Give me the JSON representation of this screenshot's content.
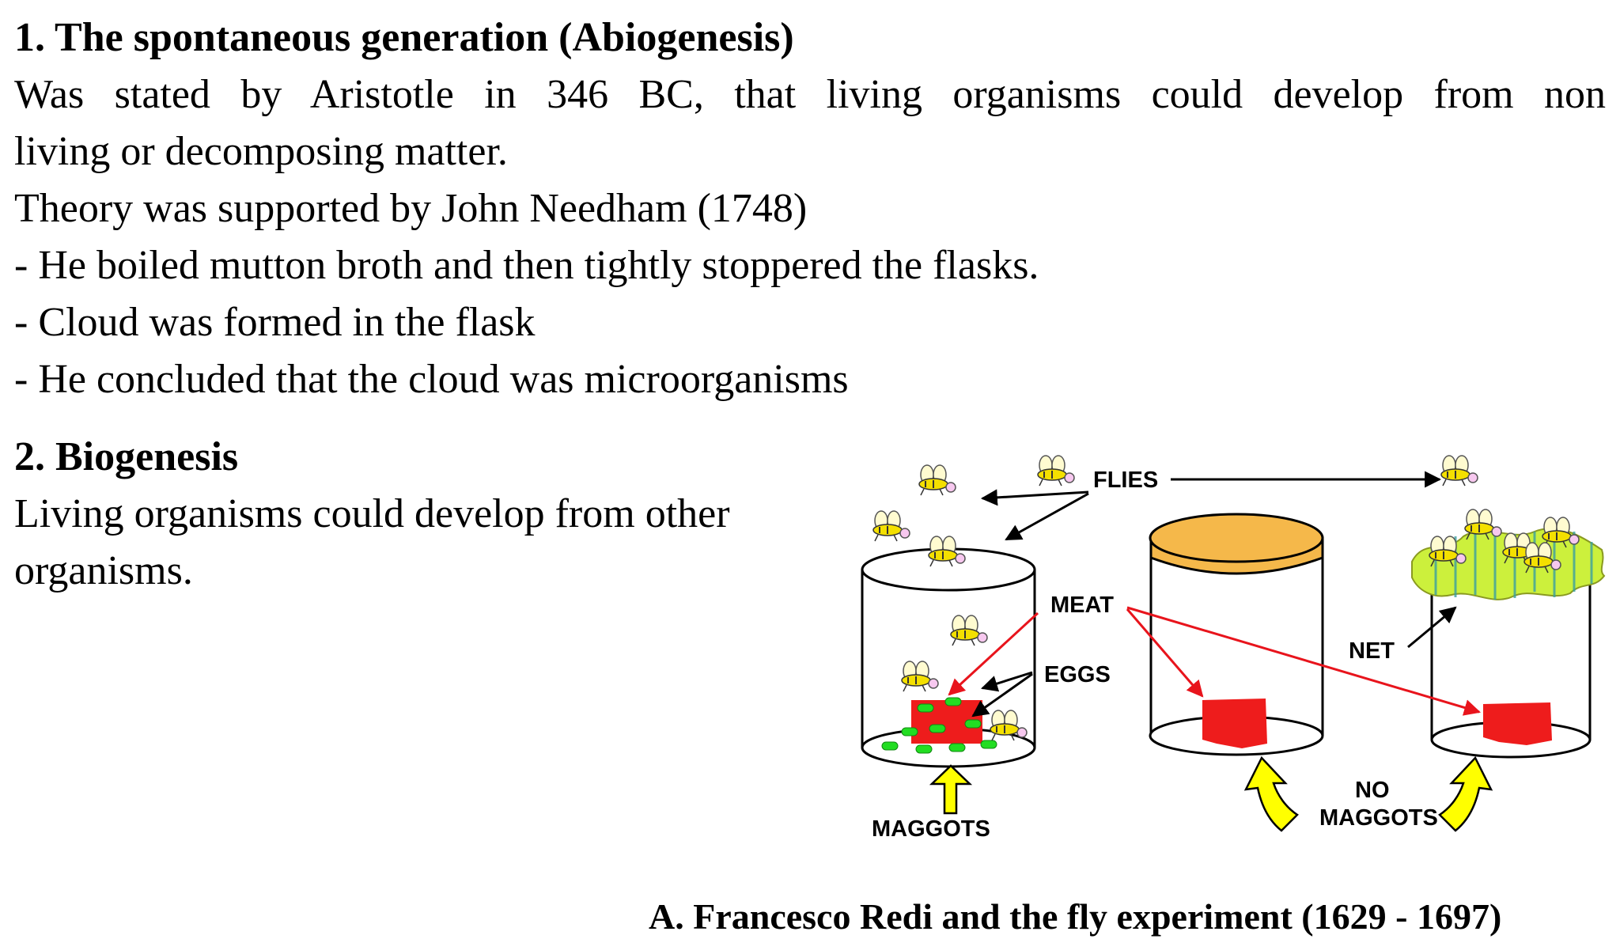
{
  "section1": {
    "heading": "1. The spontaneous generation (Abiogenesis)",
    "line1": "Was stated by Aristotle in 346 BC, that living organisms could develop from non",
    "line2": "living or decomposing matter.",
    "line3": "Theory was supported by John Needham (1748)",
    "bullet1": "- He boiled mutton broth and then tightly stoppered the flasks.",
    "bullet2": "- Cloud was formed in the flask",
    "bullet3": "- He concluded that the cloud was microorganisms"
  },
  "section2": {
    "heading": "2. Biogenesis",
    "line1": "Living organisms could develop from other",
    "line2": "organisms."
  },
  "diagram": {
    "labels": {
      "flies": "FLIES",
      "meat": "MEAT",
      "eggs": "EGGS",
      "net": "NET",
      "maggots": "MAGGOTS",
      "no": "NO",
      "no_maggots": "MAGGOTS"
    },
    "colors": {
      "meat": "#ee1c1c",
      "eggs": "#22dd22",
      "lid": "#f5b84a",
      "net": "#ccf03c",
      "arrow_yellow": "#ffff00",
      "pointer_red": "#e8141c"
    }
  },
  "caption": "A. Francesco Redi and the fly experiment (1629 - 1697)"
}
